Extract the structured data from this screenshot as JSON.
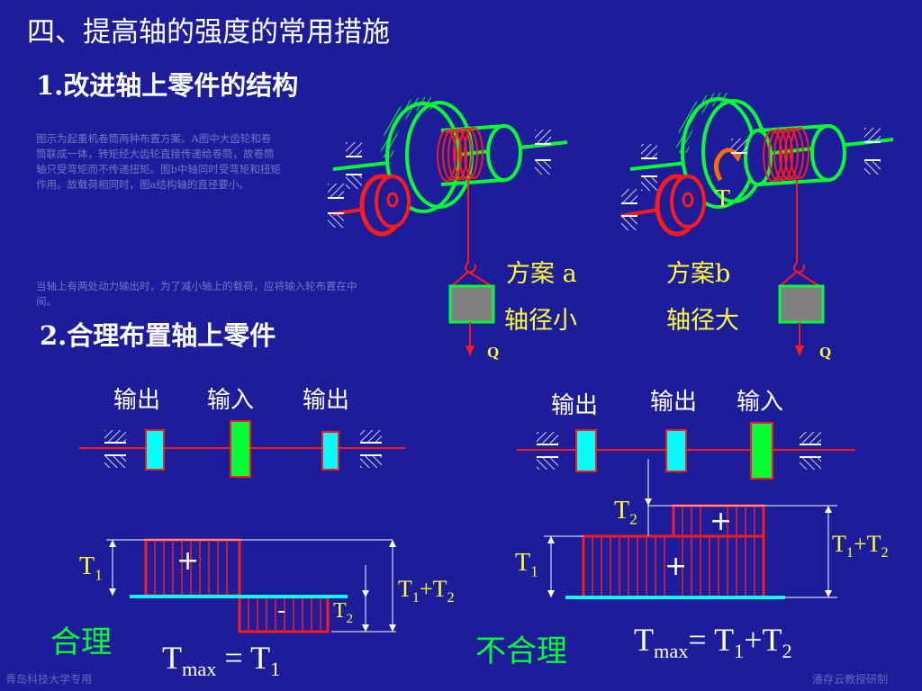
{
  "title": "四、提高轴的强度的常用措施",
  "section1": {
    "num": "1.",
    "text": "改进轴上零件的结构"
  },
  "section2": {
    "num": "2.",
    "text": "合理布置轴上零件"
  },
  "note1": "图示为起重机卷筒两种布置方案。A图中大齿轮和卷筒联成一体，转矩经大齿轮直接传递给卷筒，故卷筒轴只受弯矩而不传递扭矩。图b中轴同时受弯矩和扭矩作用。故载荷相同时，图a结构轴的直径要小。",
  "note2": "当轴上有两处动力输出时，为了减小轴上的载荷，应将输入轮布置在中间。",
  "scheme_a": {
    "name": "方案 a",
    "desc": "轴径小"
  },
  "scheme_b": {
    "name": "方案b",
    "desc": "轴径大"
  },
  "torque_label": "T",
  "load_label": "Q",
  "left_layout": {
    "labels": [
      "输出",
      "输入",
      "输出"
    ],
    "t1": "T",
    "t1_sub": "1",
    "t2": "T",
    "t2_sub": "2",
    "sum_a": "T",
    "sum_a_sub": "1",
    "sum_plus": "+T",
    "sum_b_sub": "2",
    "plus": "+",
    "minus": "-",
    "verdict": "合理",
    "tmax_main": "T",
    "tmax_sub": "max",
    "tmax_eq": " = T",
    "tmax_eq_sub": "1"
  },
  "right_layout": {
    "labels": [
      "输出",
      "输出",
      "输入"
    ],
    "t1": "T",
    "t1_sub": "1",
    "t2": "T",
    "t2_sub": "2",
    "sum_a": "T",
    "sum_a_sub": "1",
    "sum_plus": "+T",
    "sum_b_sub": "2",
    "plus_top": "+",
    "plus_bottom": "+",
    "verdict": "不合理",
    "tmax_main": "T",
    "tmax_sub": "max",
    "tmax_eq": "= T",
    "tmax_eq_sub": "1",
    "tmax_plus": "+T",
    "tmax_plus_sub": "2"
  },
  "footer_left": "青岛科技大学专用",
  "footer_right": "潘存云教授研制",
  "colors": {
    "background": "#1d1d9c",
    "green": "#00ff33",
    "red": "#ff1a1a",
    "cyan": "#00ffff",
    "yellow": "#ffff33",
    "white": "#ffffff",
    "gray": "#808080"
  },
  "icons": [
    "bearing-hatch-icon",
    "gear-icon",
    "drum-icon",
    "hook-icon",
    "torque-arrow-icon"
  ]
}
